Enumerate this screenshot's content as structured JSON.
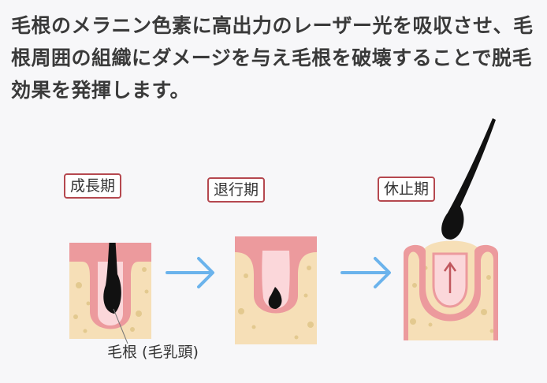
{
  "description": {
    "text": "毛根のメラニン色素に高出力のレーザー光を吸収させ、毛根周囲の組織にダメージを与え毛根を破壊することで脱毛効果を発揮します。"
  },
  "phases": [
    {
      "label": "成長期"
    },
    {
      "label": "退行期"
    },
    {
      "label": "休止期"
    }
  ],
  "annotation": {
    "label": "毛根 (毛乳頭)"
  },
  "colors": {
    "skin": "#f6dfb7",
    "skin_dots": "#e3c98f",
    "epidermis": "#ec9a9d",
    "follicle": "#fbd7da",
    "hair": "#111111",
    "arrow": "#6bb3ec",
    "label_border": "#b5484f",
    "growth_arrow": "#c0575d"
  }
}
